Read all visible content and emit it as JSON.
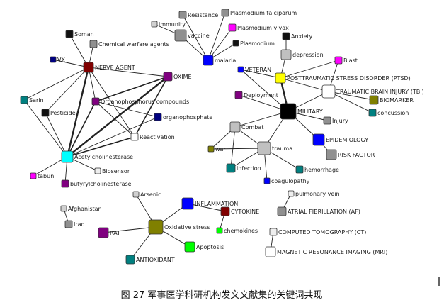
{
  "diagram": {
    "nodes": [
      {
        "id": "soman",
        "label": "Soman",
        "color": "#111111"
      },
      {
        "id": "cwa",
        "label": "Chemical warfare agents",
        "color": "#909090"
      },
      {
        "id": "vx",
        "label": "VX",
        "color": "#000080"
      },
      {
        "id": "nerve",
        "label": "NERVE AGENT",
        "color": "#800000"
      },
      {
        "id": "oxime",
        "label": "OXIME",
        "color": "#800080"
      },
      {
        "id": "sarin",
        "label": "Sarin",
        "color": "#008080"
      },
      {
        "id": "opc",
        "label": "Organophosphorus compounds",
        "color": "#800080"
      },
      {
        "id": "pesticide",
        "label": "Pesticide",
        "color": "#111111"
      },
      {
        "id": "opp",
        "label": "organophosphate",
        "color": "#000080"
      },
      {
        "id": "react",
        "label": "Reactivation",
        "color": "#ffffff"
      },
      {
        "id": "ache",
        "label": "Acetylcholinesterase",
        "color": "#00ffff"
      },
      {
        "id": "biosensor",
        "label": "Biosensor",
        "color": "#eeeeee"
      },
      {
        "id": "tabun",
        "label": "tabun",
        "color": "#ff00ff"
      },
      {
        "id": "buche",
        "label": "butyrylcholinesterase",
        "color": "#800080"
      },
      {
        "id": "resistance",
        "label": "Resistance",
        "color": "#909090"
      },
      {
        "id": "pfalc",
        "label": "Plasmodium falciparum",
        "color": "#909090"
      },
      {
        "id": "immunity",
        "label": "immunity",
        "color": "#d0d0d0"
      },
      {
        "id": "vaccine",
        "label": "vaccine",
        "color": "#909090"
      },
      {
        "id": "pvivax",
        "label": "Plasmodium vivax",
        "color": "#ff00ff"
      },
      {
        "id": "plasmodium",
        "label": "Plasmodium",
        "color": "#111111"
      },
      {
        "id": "malaria",
        "label": "malaria",
        "color": "#0000ff"
      },
      {
        "id": "anxiety",
        "label": "Anxiety",
        "color": "#111111"
      },
      {
        "id": "depression",
        "label": "depression",
        "color": "#c0c0c0"
      },
      {
        "id": "blast",
        "label": "Blast",
        "color": "#ff00ff"
      },
      {
        "id": "veteran",
        "label": "VETERAN",
        "color": "#0000ff"
      },
      {
        "id": "ptsd",
        "label": "POSTTRAUMATIC STRESS DISORDER (PTSD)",
        "color": "#ffff00"
      },
      {
        "id": "tbi",
        "label": "TRAUMATIC BRAIN INJURY (TBI)",
        "color": "#ffffff"
      },
      {
        "id": "deployment",
        "label": "Deployment",
        "color": "#800080"
      },
      {
        "id": "biomarker",
        "label": "BIOMARKER",
        "color": "#808000"
      },
      {
        "id": "military",
        "label": "MILITARY",
        "color": "#000000"
      },
      {
        "id": "concussion",
        "label": "concussion",
        "color": "#008080"
      },
      {
        "id": "injury",
        "label": "Injury",
        "color": "#909090"
      },
      {
        "id": "combat",
        "label": "Combat",
        "color": "#c0c0c0"
      },
      {
        "id": "epidemiology",
        "label": "EPIDEMIOLOGY",
        "color": "#0000ff"
      },
      {
        "id": "war",
        "label": "war",
        "color": "#808000"
      },
      {
        "id": "trauma",
        "label": "trauma",
        "color": "#c0c0c0"
      },
      {
        "id": "riskfactor",
        "label": "RISK FACTOR",
        "color": "#909090"
      },
      {
        "id": "infection",
        "label": "infection",
        "color": "#008080"
      },
      {
        "id": "hemorrhage",
        "label": "hemorrhage",
        "color": "#008080"
      },
      {
        "id": "coagulopathy",
        "label": "coagulopathy",
        "color": "#0000ff"
      },
      {
        "id": "arsenic",
        "label": "Arsenic",
        "color": "#d0d0d0"
      },
      {
        "id": "inflammation",
        "label": "INFLAMMATION",
        "color": "#0000ff"
      },
      {
        "id": "cytokine",
        "label": "CYTOKINE",
        "color": "#800000"
      },
      {
        "id": "rat",
        "label": "RAT",
        "color": "#800080"
      },
      {
        "id": "oxstress",
        "label": "Oxidative stress",
        "color": "#808000"
      },
      {
        "id": "chemokines",
        "label": "chemokines",
        "color": "#00ff00"
      },
      {
        "id": "apoptosis",
        "label": "Apoptosis",
        "color": "#00ff00"
      },
      {
        "id": "antioxidant",
        "label": "ANTIOXIDANT",
        "color": "#008080"
      },
      {
        "id": "afghanistan",
        "label": "Afghanistan",
        "color": "#d0d0d0"
      },
      {
        "id": "iraq",
        "label": "Iraq",
        "color": "#909090"
      },
      {
        "id": "pvein",
        "label": "pulmonary vein",
        "color": "#eeeeee"
      },
      {
        "id": "af",
        "label": "ATRIAL FIBRILLATION (AF)",
        "color": "#909090"
      },
      {
        "id": "ct",
        "label": "COMPUTED TOMOGRAPHY (CT)",
        "color": "#eeeeee"
      },
      {
        "id": "mri",
        "label": "MAGNETIC RESONANCE IMAGING (MRI)",
        "color": "#ffffff"
      }
    ],
    "edges": [
      {
        "source": "nerve",
        "target": "soman"
      },
      {
        "source": "nerve",
        "target": "cwa"
      },
      {
        "source": "nerve",
        "target": "vx"
      },
      {
        "source": "nerve",
        "target": "oxime"
      },
      {
        "source": "nerve",
        "target": "sarin"
      },
      {
        "source": "nerve",
        "target": "opc"
      },
      {
        "source": "nerve",
        "target": "pesticide"
      },
      {
        "source": "nerve",
        "target": "react"
      },
      {
        "source": "nerve",
        "target": "ache",
        "weight": 3
      },
      {
        "source": "oxime",
        "target": "opc",
        "weight": 2
      },
      {
        "source": "oxime",
        "target": "react",
        "weight": 2
      },
      {
        "source": "oxime",
        "target": "ache",
        "weight": 3
      },
      {
        "source": "opc",
        "target": "ache",
        "weight": 2
      },
      {
        "source": "opc",
        "target": "react"
      },
      {
        "source": "opc",
        "target": "opp"
      },
      {
        "source": "react",
        "target": "ache",
        "weight": 2
      },
      {
        "source": "ache",
        "target": "sarin"
      },
      {
        "source": "ache",
        "target": "pesticide"
      },
      {
        "source": "ache",
        "target": "biosensor"
      },
      {
        "source": "ache",
        "target": "tabun"
      },
      {
        "source": "ache",
        "target": "buche"
      },
      {
        "source": "ache",
        "target": "opp"
      },
      {
        "source": "malaria",
        "target": "resistance"
      },
      {
        "source": "malaria",
        "target": "pfalc"
      },
      {
        "source": "malaria",
        "target": "vaccine"
      },
      {
        "source": "malaria",
        "target": "pvivax"
      },
      {
        "source": "malaria",
        "target": "plasmodium"
      },
      {
        "source": "vaccine",
        "target": "immunity"
      },
      {
        "source": "depression",
        "target": "anxiety"
      },
      {
        "source": "ptsd",
        "target": "depression"
      },
      {
        "source": "ptsd",
        "target": "blast"
      },
      {
        "source": "ptsd",
        "target": "veteran"
      },
      {
        "source": "ptsd",
        "target": "tbi"
      },
      {
        "source": "ptsd",
        "target": "military",
        "weight": 3
      },
      {
        "source": "tbi",
        "target": "military"
      },
      {
        "source": "tbi",
        "target": "blast"
      },
      {
        "source": "tbi",
        "target": "biomarker"
      },
      {
        "source": "tbi",
        "target": "concussion"
      },
      {
        "source": "military",
        "target": "veteran"
      },
      {
        "source": "military",
        "target": "deployment"
      },
      {
        "source": "military",
        "target": "injury"
      },
      {
        "source": "military",
        "target": "combat"
      },
      {
        "source": "military",
        "target": "trauma"
      },
      {
        "source": "military",
        "target": "epidemiology"
      },
      {
        "source": "epidemiology",
        "target": "riskfactor"
      },
      {
        "source": "trauma",
        "target": "combat"
      },
      {
        "source": "trauma",
        "target": "war"
      },
      {
        "source": "trauma",
        "target": "infection"
      },
      {
        "source": "trauma",
        "target": "hemorrhage"
      },
      {
        "source": "trauma",
        "target": "coagulopathy"
      },
      {
        "source": "combat",
        "target": "war"
      },
      {
        "source": "combat",
        "target": "infection"
      },
      {
        "source": "oxstress",
        "target": "arsenic"
      },
      {
        "source": "oxstress",
        "target": "inflammation"
      },
      {
        "source": "oxstress",
        "target": "rat"
      },
      {
        "source": "oxstress",
        "target": "apoptosis"
      },
      {
        "source": "oxstress",
        "target": "antioxidant"
      },
      {
        "source": "inflammation",
        "target": "cytokine"
      },
      {
        "source": "cytokine",
        "target": "chemokines"
      },
      {
        "source": "afghanistan",
        "target": "iraq"
      },
      {
        "source": "pvein",
        "target": "af"
      },
      {
        "source": "ct",
        "target": "mri"
      }
    ]
  },
  "caption": "图 27 军事医学科研机构发文文献集的关键词共现"
}
